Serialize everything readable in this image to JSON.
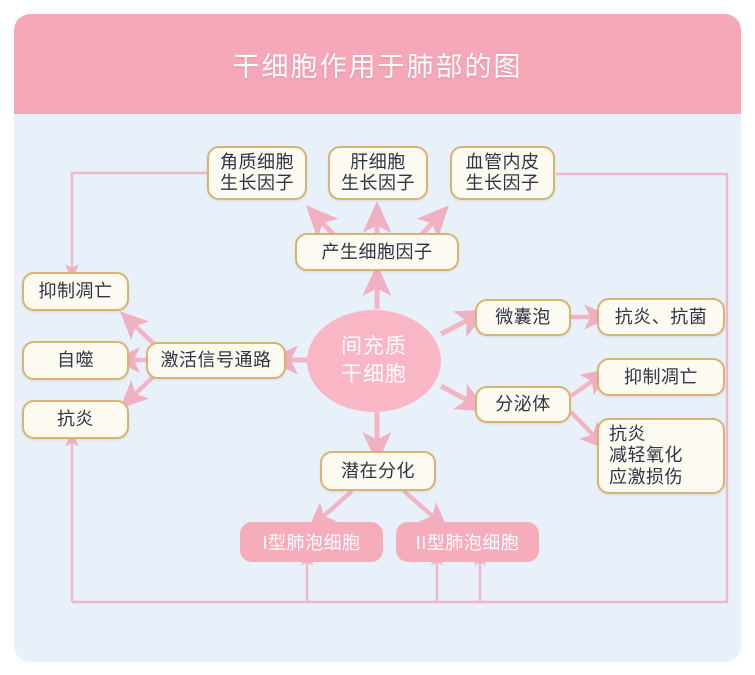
{
  "header": {
    "title": "干细胞作用于肺部的图"
  },
  "colors": {
    "header_bg": "#f4a8b8",
    "canvas_bg": "#e8f1fa",
    "node_border": "#d8b473",
    "node_fill": "#fdfbf1",
    "node_text": "#2e3646",
    "hub_fill": "#f9b6c4",
    "pink_node_fill": "#f7acbb",
    "connector": "#efb8c8"
  },
  "hub": {
    "label": "间充质\n干细胞",
    "line1": "间充质",
    "line2": "干细胞"
  },
  "nodes": {
    "kgf": {
      "line1": "角质细胞",
      "line2": "生长因子"
    },
    "hgf": {
      "line1": "肝细胞",
      "line2": "生长因子"
    },
    "vegf": {
      "line1": "血管内皮",
      "line2": "生长因子"
    },
    "cytokine": {
      "label": "产生细胞因子"
    },
    "pathway": {
      "label": "激活信号通路"
    },
    "apoptosis_left": {
      "label": "抑制凋亡"
    },
    "autophagy": {
      "label": "自噬"
    },
    "antiinflam_left": {
      "label": "抗炎"
    },
    "microvesicle": {
      "label": "微囊泡"
    },
    "secretome": {
      "label": "分泌体"
    },
    "anti_inf_bact": {
      "label": "抗炎、抗菌"
    },
    "apoptosis_right": {
      "label": "抑制凋亡"
    },
    "oxidative": {
      "line1": "抗炎",
      "line2": "减轻氧化",
      "line3": "应激损伤"
    },
    "differentiation": {
      "label": "潜在分化"
    },
    "at1": {
      "label": "I型肺泡细胞"
    },
    "at2": {
      "label": "II型肺泡细胞"
    }
  },
  "chart_data": {
    "type": "diagram",
    "title": "干细胞作用于肺部的图",
    "center": "间充质干细胞",
    "branches": [
      {
        "from": "间充质干细胞",
        "to": "产生细胞因子"
      },
      {
        "from": "产生细胞因子",
        "to": "角质细胞生长因子"
      },
      {
        "from": "产生细胞因子",
        "to": "肝细胞生长因子"
      },
      {
        "from": "产生细胞因子",
        "to": "血管内皮生长因子"
      },
      {
        "from": "间充质干细胞",
        "to": "激活信号通路"
      },
      {
        "from": "激活信号通路",
        "to": "抑制凋亡"
      },
      {
        "from": "激活信号通路",
        "to": "自噬"
      },
      {
        "from": "激活信号通路",
        "to": "抗炎"
      },
      {
        "from": "间充质干细胞",
        "to": "微囊泡"
      },
      {
        "from": "微囊泡",
        "to": "抗炎、抗菌"
      },
      {
        "from": "间充质干细胞",
        "to": "分泌体"
      },
      {
        "from": "分泌体",
        "to": "抑制凋亡"
      },
      {
        "from": "分泌体",
        "to": "抗炎 减轻氧化 应激损伤"
      },
      {
        "from": "间充质干细胞",
        "to": "潜在分化"
      },
      {
        "from": "潜在分化",
        "to": "I型肺泡细胞"
      },
      {
        "from": "潜在分化",
        "to": "II型肺泡细胞"
      },
      {
        "from": "角质细胞生长因子",
        "to": "抑制凋亡"
      },
      {
        "from": "血管内皮生长因子",
        "to": "I型肺泡细胞 / II型肺泡细胞 / 抗炎"
      }
    ]
  }
}
